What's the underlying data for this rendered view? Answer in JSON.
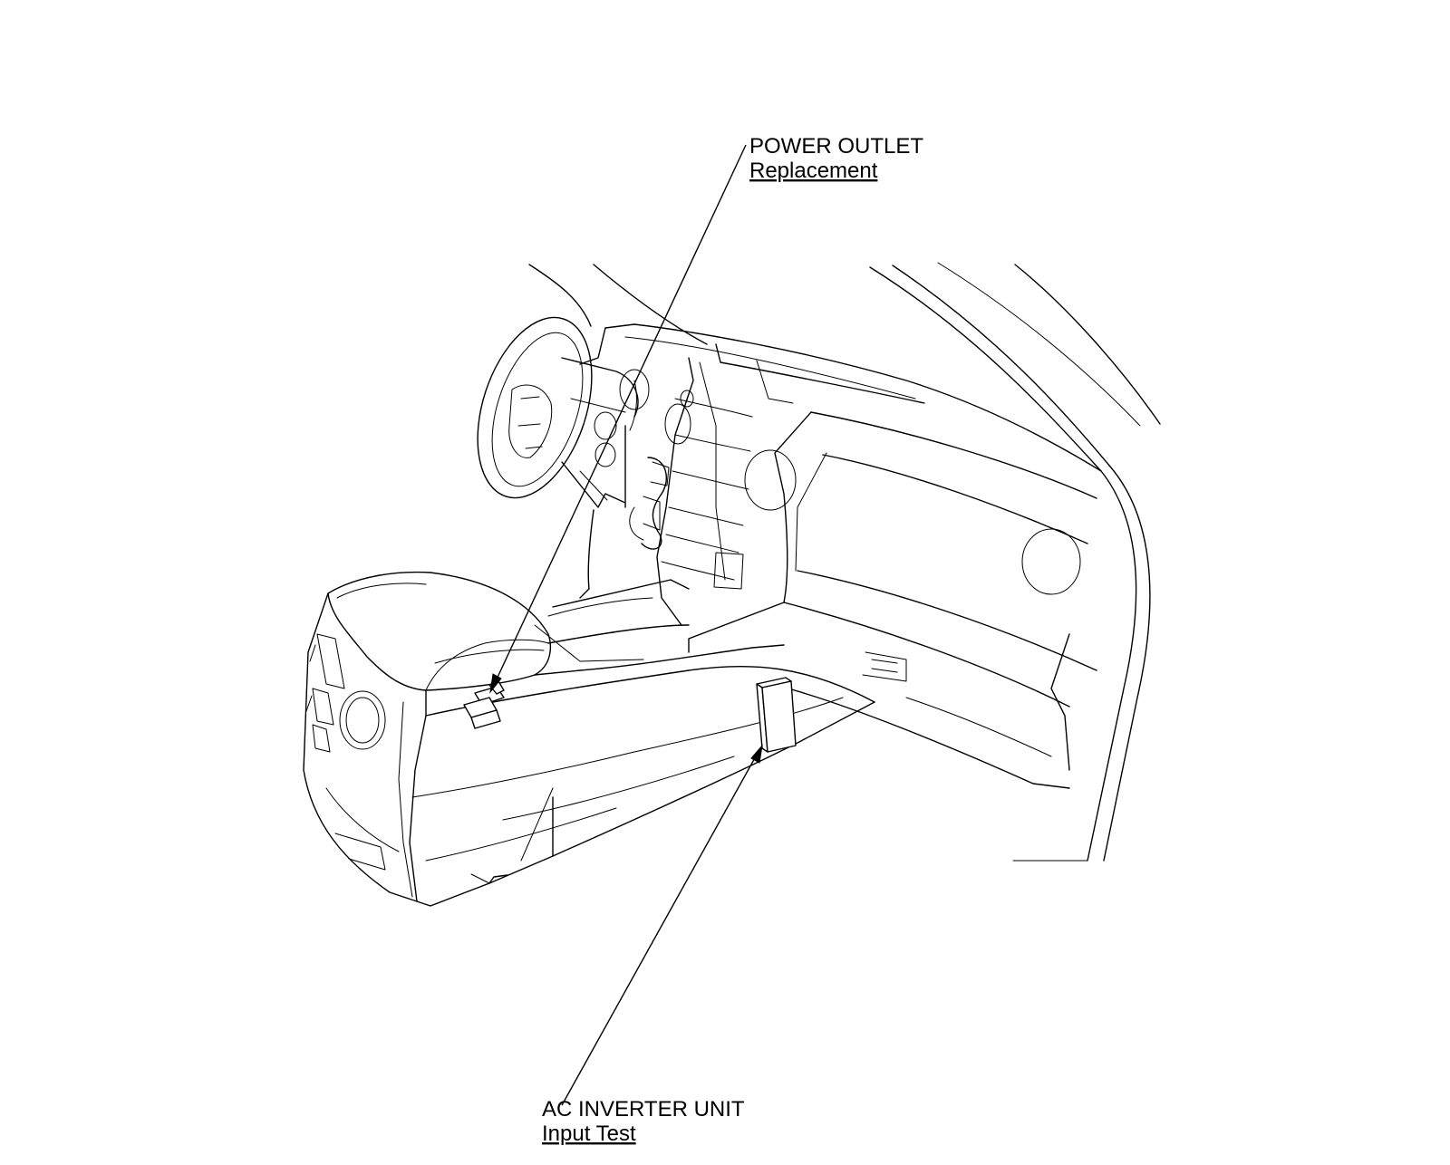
{
  "callouts": {
    "power_outlet": {
      "title": "POWER OUTLET",
      "link": "Replacement"
    },
    "ac_inverter": {
      "title": "AC INVERTER UNIT",
      "link": "Input Test"
    }
  },
  "colors": {
    "ink": "#000000",
    "paper": "#ffffff"
  }
}
